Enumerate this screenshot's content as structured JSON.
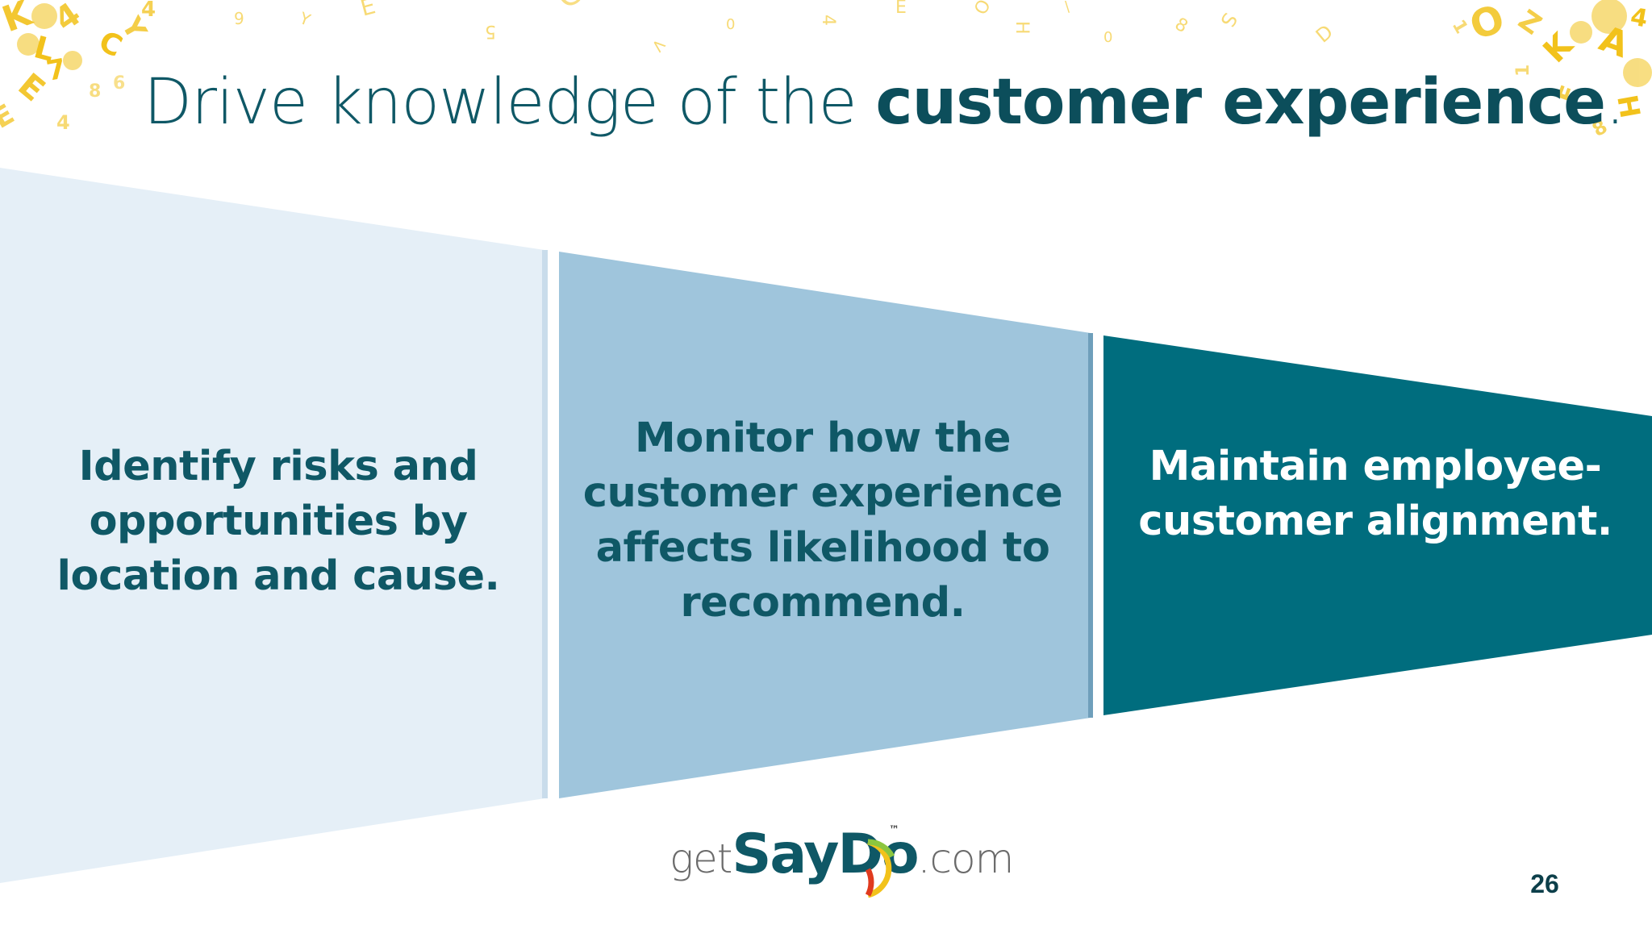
{
  "slide": {
    "title_prefix": "Drive knowledge of the ",
    "title_bold": "customer experience",
    "title_suffix": ".",
    "segments": [
      {
        "text": "Identify risks and opportunities by location and cause.",
        "fill": "#e5eff7",
        "text_color": "#0f5866"
      },
      {
        "text": "Monitor how the customer experience affects likelihood to recommend.",
        "fill": "#9fc5dc",
        "text_color": "#0f5866"
      },
      {
        "text": "Maintain employee-customer alignment.",
        "fill": "#006d7e",
        "text_color": "#ffffff"
      }
    ],
    "page_number": "26"
  },
  "logo": {
    "part_get": "get",
    "part_saydo": "SayDo",
    "part_dotcom": ".com",
    "trademark": "™"
  },
  "colors": {
    "title": "#0f5866",
    "accent_yellow": "#f2c21b",
    "segment_light": "#e5eff7",
    "segment_mid": "#9fc5dc",
    "segment_dark": "#006d7e"
  },
  "icons": [
    "yellow-letter-confetti-decoration",
    "saydo-arc-logo"
  ]
}
